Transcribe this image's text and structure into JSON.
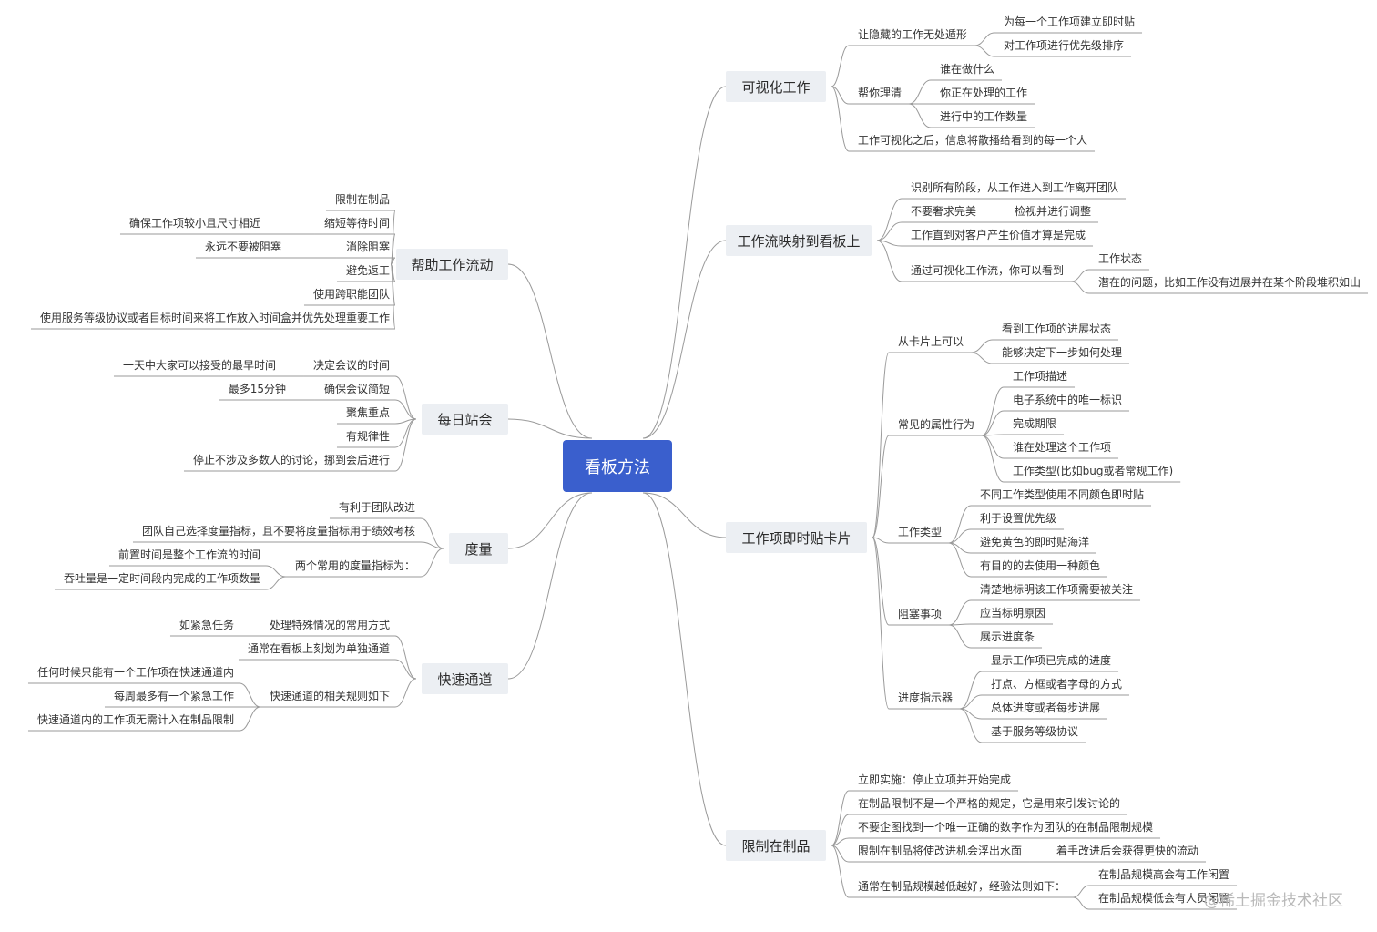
{
  "root": "看板方法",
  "right": [
    {
      "label": "可视化工作",
      "children": [
        {
          "label": "让隐藏的工作无处遁形",
          "children": [
            {
              "label": "为每一个工作项建立即时贴"
            },
            {
              "label": "对工作项进行优先级排序"
            }
          ]
        },
        {
          "label": "帮你理清",
          "children": [
            {
              "label": "谁在做什么"
            },
            {
              "label": "你正在处理的工作"
            },
            {
              "label": "进行中的工作数量"
            }
          ]
        },
        {
          "label": "工作可视化之后，信息将散播给看到的每一个人"
        }
      ]
    },
    {
      "label": "工作流映射到看板上",
      "children": [
        {
          "label": "识别所有阶段，从工作进入到工作离开团队"
        },
        {
          "label": "不要奢求完美",
          "children": [
            {
              "label": "检视并进行调整"
            }
          ]
        },
        {
          "label": "工作直到对客户产生价值才算是完成"
        },
        {
          "label": "通过可视化工作流，你可以看到",
          "children": [
            {
              "label": "工作状态"
            },
            {
              "label": "潜在的问题，比如工作没有进展并在某个阶段堆积如山"
            }
          ]
        }
      ]
    },
    {
      "label": "工作项即时贴卡片",
      "children": [
        {
          "label": "从卡片上可以",
          "children": [
            {
              "label": "看到工作项的进展状态"
            },
            {
              "label": "能够决定下一步如何处理"
            }
          ]
        },
        {
          "label": "常见的属性行为",
          "children": [
            {
              "label": "工作项描述"
            },
            {
              "label": "电子系统中的唯一标识"
            },
            {
              "label": "完成期限"
            },
            {
              "label": "谁在处理这个工作项"
            },
            {
              "label": "工作类型(比如bug或者常规工作)"
            }
          ]
        },
        {
          "label": "工作类型",
          "children": [
            {
              "label": "不同工作类型使用不同颜色即时贴"
            },
            {
              "label": "利于设置优先级"
            },
            {
              "label": "避免黄色的即时贴海洋"
            },
            {
              "label": "有目的的去使用一种颜色"
            }
          ]
        },
        {
          "label": "阻塞事项",
          "children": [
            {
              "label": "清楚地标明该工作项需要被关注"
            },
            {
              "label": "应当标明原因"
            },
            {
              "label": "展示进度条"
            }
          ]
        },
        {
          "label": "进度指示器",
          "children": [
            {
              "label": "显示工作项已完成的进度"
            },
            {
              "label": "打点、方框或者字母的方式"
            },
            {
              "label": "总体进度或者每步进展"
            },
            {
              "label": "基于服务等级协议"
            }
          ]
        }
      ]
    },
    {
      "label": "限制在制品",
      "children": [
        {
          "label": "立即实施：停止立项并开始完成"
        },
        {
          "label": "在制品限制不是一个严格的规定，它是用来引发讨论的"
        },
        {
          "label": "不要企图找到一个唯一正确的数字作为团队的在制品限制规模"
        },
        {
          "label": "限制在制品将使改进机会浮出水面",
          "children": [
            {
              "label": "着手改进后会获得更快的流动"
            }
          ]
        },
        {
          "label": "通常在制品规模越低越好，经验法则如下：",
          "children": [
            {
              "label": "在制品规模高会有工作闲置"
            },
            {
              "label": "在制品规模低会有人员闲置"
            }
          ]
        }
      ]
    }
  ],
  "left": [
    {
      "label": "帮助工作流动",
      "children": [
        {
          "label": "限制在制品"
        },
        {
          "label": "缩短等待时间",
          "children": [
            {
              "label": "确保工作项较小且尺寸相近"
            }
          ]
        },
        {
          "label": "消除阻塞",
          "children": [
            {
              "label": "永远不要被阻塞"
            }
          ]
        },
        {
          "label": "避免返工"
        },
        {
          "label": "使用跨职能团队"
        },
        {
          "label": "使用服务等级协议或者目标时间来将工作放入时间盒并优先处理重要工作"
        }
      ]
    },
    {
      "label": "每日站会",
      "children": [
        {
          "label": "决定会议的时间",
          "children": [
            {
              "label": "一天中大家可以接受的最早时间"
            }
          ]
        },
        {
          "label": "确保会议简短",
          "children": [
            {
              "label": "最多15分钟"
            }
          ]
        },
        {
          "label": "聚焦重点"
        },
        {
          "label": "有规律性"
        },
        {
          "label": "停止不涉及多数人的讨论，挪到会后进行"
        }
      ]
    },
    {
      "label": "度量",
      "children": [
        {
          "label": "有利于团队改进"
        },
        {
          "label": "团队自己选择度量指标，且不要将度量指标用于绩效考核"
        },
        {
          "label": "两个常用的度量指标为：",
          "children": [
            {
              "label": "前置时间是整个工作流的时间"
            },
            {
              "label": "吞吐量是一定时间段内完成的工作项数量"
            }
          ]
        }
      ]
    },
    {
      "label": "快速通道",
      "children": [
        {
          "label": "处理特殊情况的常用方式",
          "children": [
            {
              "label": "如紧急任务"
            }
          ]
        },
        {
          "label": "通常在看板上刻划为单独通道"
        },
        {
          "label": "快速通道的相关规则如下",
          "children": [
            {
              "label": "任何时候只能有一个工作项在快速通道内"
            },
            {
              "label": "每周最多有一个紧急工作"
            },
            {
              "label": "快速通道内的工作项无需计入在制品限制"
            }
          ]
        }
      ]
    }
  ],
  "watermark": "@稀土掘金技术社区",
  "colors": {
    "root_bg": "#3a5fcd",
    "main_bg": "#eceff3",
    "line": "#9a9a9a",
    "text": "#333333"
  }
}
